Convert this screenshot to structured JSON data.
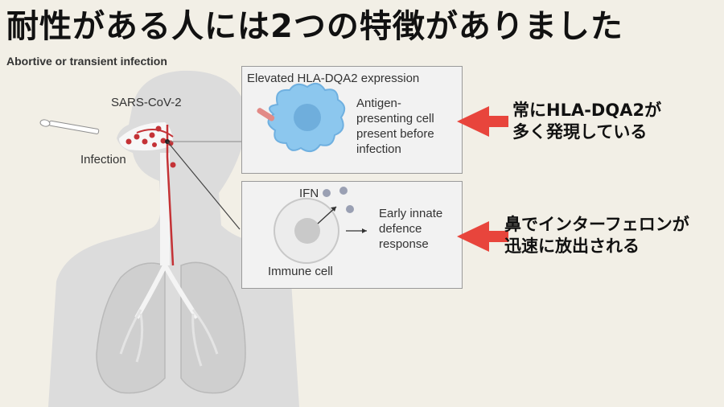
{
  "header": {
    "title": "耐性がある人には2つの特徴がありました"
  },
  "figure": {
    "subtitle": "Abortive or transient infection",
    "virus_label": "SARS-CoV-2",
    "infection_label": "Infection"
  },
  "panel_top": {
    "header": "Elevated HLA-DQA2 expression",
    "cell_label": [
      "Antigen-",
      "presenting cell",
      "present before",
      "infection"
    ]
  },
  "panel_bottom": {
    "ifn_label": "IFN",
    "response_label": [
      "Early innate",
      "defence",
      "response"
    ],
    "cell_label": "Immune cell"
  },
  "annotations": {
    "top": [
      "常にHLA-DQA2が",
      "多く発現している"
    ],
    "bottom": [
      "鼻でインターフェロンが",
      "迅速に放出される"
    ]
  },
  "colors": {
    "accent": "#e8453c",
    "virus": "#c43236",
    "cell": "#6fb0e0"
  }
}
